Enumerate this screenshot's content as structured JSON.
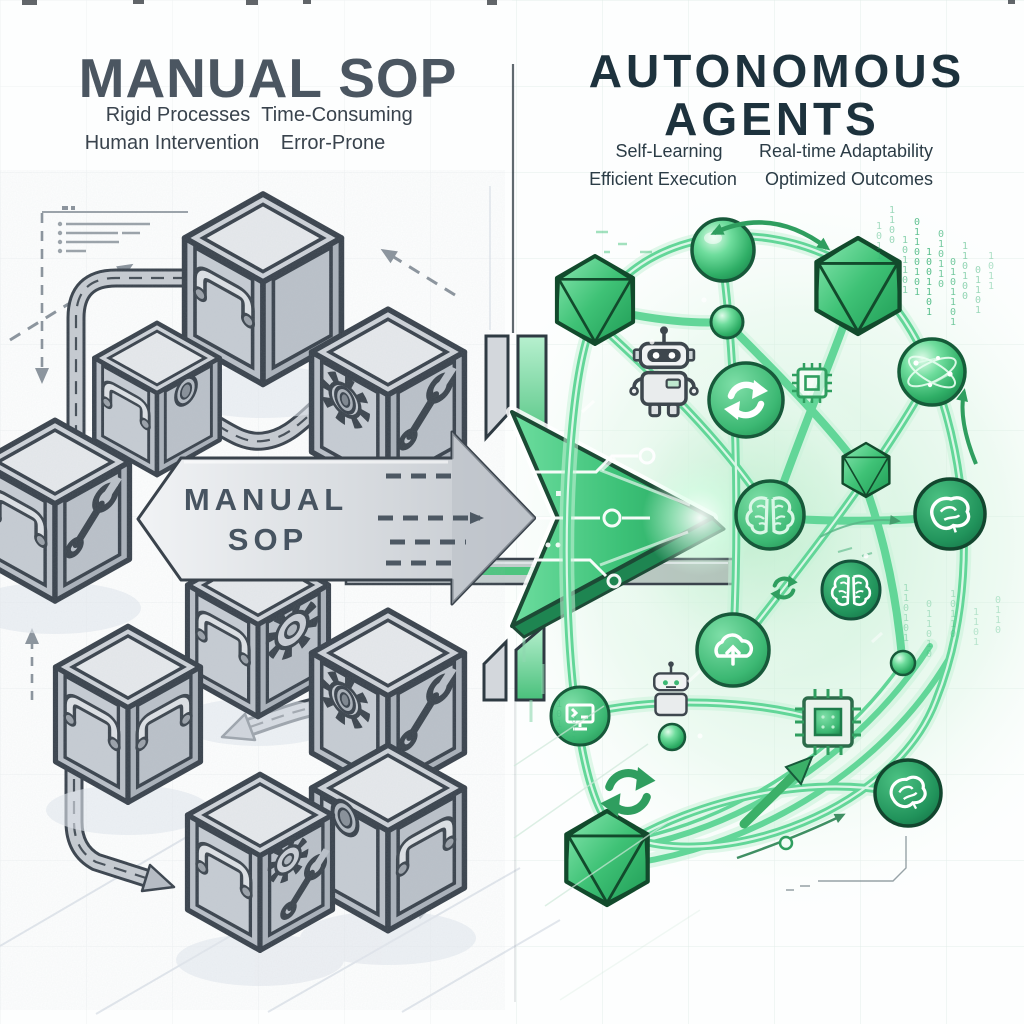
{
  "header": {
    "left_title": "MANUAL SOP",
    "right_title_line1": "AUTONOMOUS",
    "right_title_line2": "AGENTS"
  },
  "left_panel": {
    "features": [
      "Rigid Processes",
      "Time-Consuming",
      "Human Intervention",
      "Error-Prone"
    ],
    "arrow_label": {
      "line1": "MANUAL",
      "line2": "SOP"
    }
  },
  "right_panel": {
    "features": [
      "Self-Learning",
      "Real-time Adaptability",
      "Efficient Execution",
      "Optimized Outcomes"
    ]
  },
  "colors": {
    "manual_gray": "#4b5661",
    "agents_navy": "#1d323d",
    "accent_green": "#3cc177",
    "deep_green": "#1c5c3a",
    "cube_gray": "#c5cad1",
    "pipe_gray": "#c3c9cf"
  },
  "icons": {
    "left": [
      "cube",
      "drawer-handle",
      "gear",
      "wrench",
      "pipe",
      "dashed-arrow",
      "checklist"
    ],
    "right": [
      "sphere-node",
      "icosahedron",
      "robot",
      "sync-refresh",
      "microchip",
      "brain",
      "cloud-upload",
      "monitor",
      "atom-network",
      "up-right-arrow",
      "binary-rain"
    ]
  },
  "decor": {
    "binary_columns": [
      "1011",
      "1100",
      "101101",
      "01100101",
      "1001101",
      "010110",
      "0101101",
      "110100",
      "01101",
      "1011",
      "110101",
      "011010",
      "10110",
      "1101",
      "0110",
      "101",
      "011"
    ]
  }
}
